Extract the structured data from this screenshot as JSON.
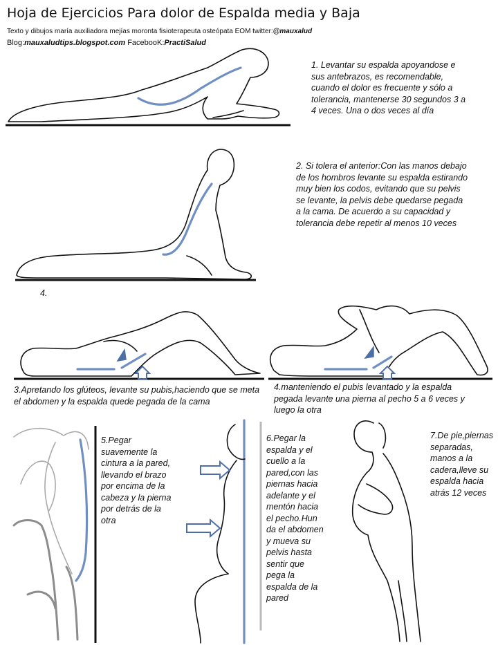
{
  "header": {
    "title": "Hoja de Ejercicios Para dolor de Espalda media y Baja",
    "credits_text": "Texto y dibujos maría auxiliadora mejías moronta fisioterapeuta osteópata EOM twitter:",
    "twitter": "@mauxalud",
    "blog_label": "Blog:",
    "blog": "mauxaludtips.blogspot.com",
    "facebook_label": " FacebooK:",
    "facebook": "PractiSalud"
  },
  "exercises": {
    "e1": "1. Levantar su espalda apoyandose e sus antebrazos, es recomendable, cuando el dolor es frecuente y sólo a tolerancia, mantenerse 30 segundos 3 a 4 veces. Una o dos veces al día",
    "e2": "2. Si tolera el anterior:Con las manos debajo de los hombros levante su espalda estirando muy bien los codos, evitando que su pelvis se levante, la pelvis debe quedarse pegada a la cama. De acuerdo a su capacidad y tolerancia debe repetir al menos 10 veces",
    "e4_label": "4.",
    "e3": "3.Apretando los glúteos, levante su pubis,haciendo que se meta el abdomen y la espalda quede pegada de la cama",
    "e4": "4.manteniendo el pubis levantado y la espalda pegada levante una pierna al pecho 5 a 6 veces y luego la otra",
    "e5": "5.Pegar suavemente la cintura a la pared, llevando el brazo por encima de la cabeza y la pierna por detrás de la otra",
    "e6": "6.Pegar la espalda y el cuello a la pared,con las piernas hacia adelante y el mentón hacia el pecho.Hun da el abdomen y mueva su pelvis hasta sentir que pega la espalda de la pared",
    "e7": "7.De pie,piernas separadas, manos a la cadera,lleve su espalda hacia atrás 12 veces"
  },
  "colors": {
    "spine_blue": "#6f8fc2",
    "ink": "#111111",
    "ground": "#111111"
  }
}
